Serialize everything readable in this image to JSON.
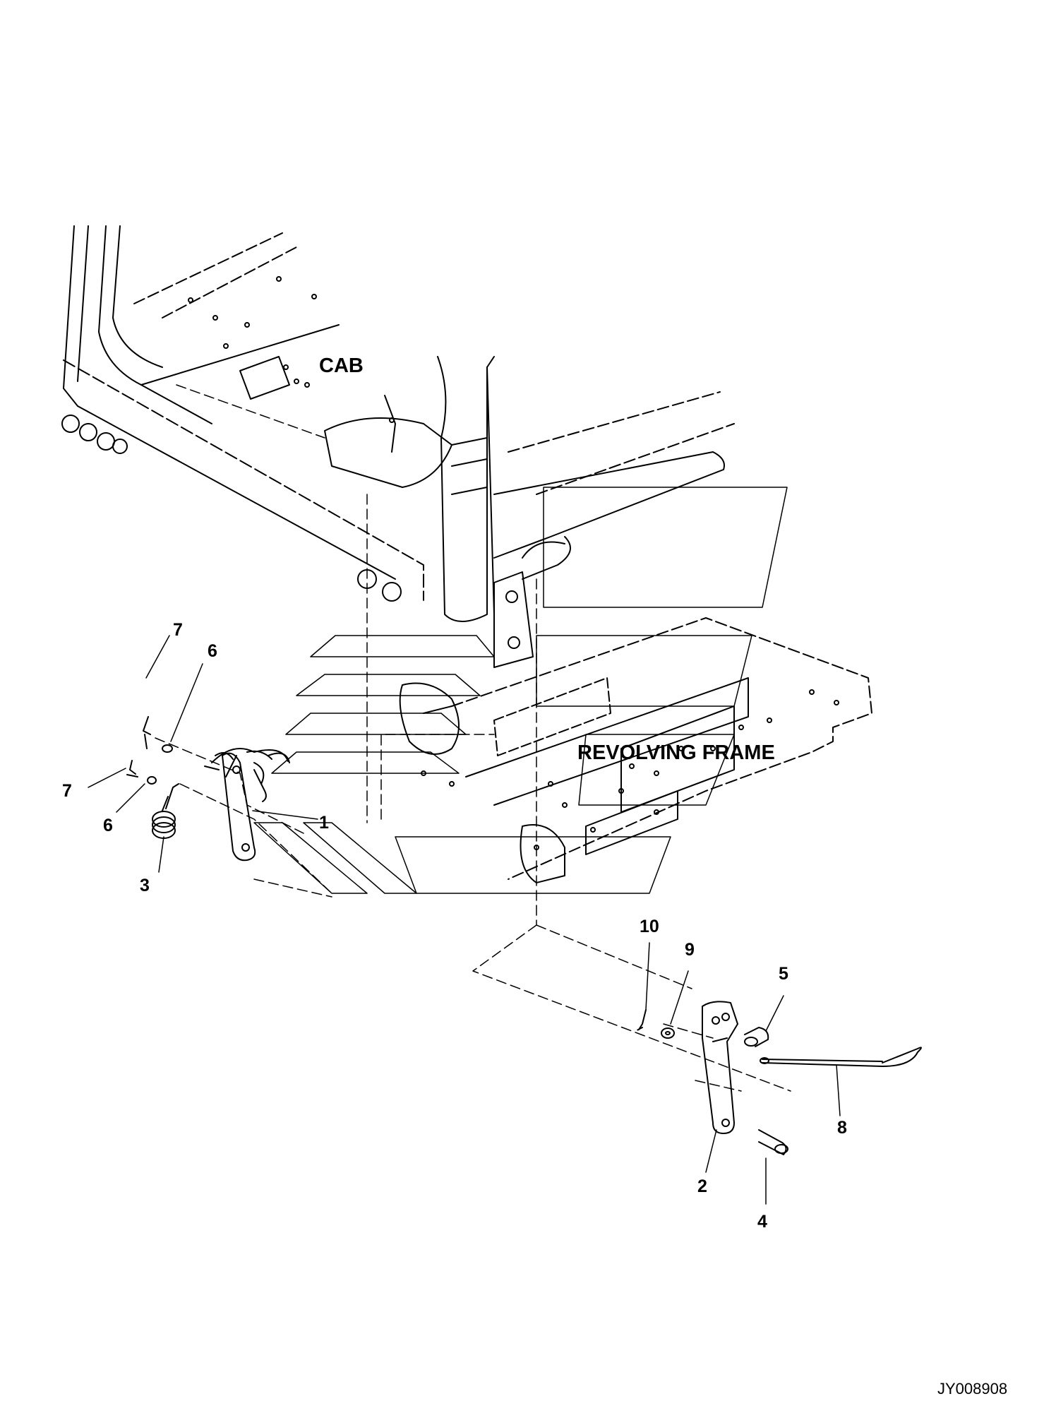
{
  "labels": {
    "cab": "CAB",
    "revolving_frame": "REVOLVING FRAME",
    "figure_code": "JY008908"
  },
  "callouts": {
    "c1": "1",
    "c2": "2",
    "c3": "3",
    "c4": "4",
    "c5": "5",
    "c6a": "6",
    "c6b": "6",
    "c7a": "7",
    "c7b": "7",
    "c8": "8",
    "c9": "9",
    "c10": "10"
  },
  "colors": {
    "line": "#000000",
    "background": "#ffffff"
  }
}
